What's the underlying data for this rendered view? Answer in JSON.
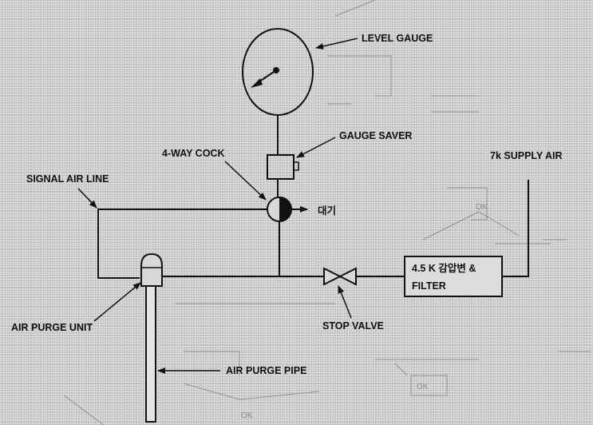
{
  "labels": {
    "level_gauge": "LEVEL GAUGE",
    "gauge_saver": "GAUGE SAVER",
    "four_way_cock": "4-WAY COCK",
    "signal_air_line": "SIGNAL AIR LINE",
    "supply_air": "7k SUPPLY AIR",
    "atmosphere": "대기",
    "reducer_line1": "4.5 K 감압변 &",
    "reducer_line2": "FILTER",
    "stop_valve": "STOP VALVE",
    "air_purge_unit": "AIR PURGE UNIT",
    "air_purge_pipe": "AIR PURGE PIPE"
  },
  "background_marks": {
    "ok_1": "OK",
    "ok_2": "OK",
    "ok_3": "OK"
  }
}
